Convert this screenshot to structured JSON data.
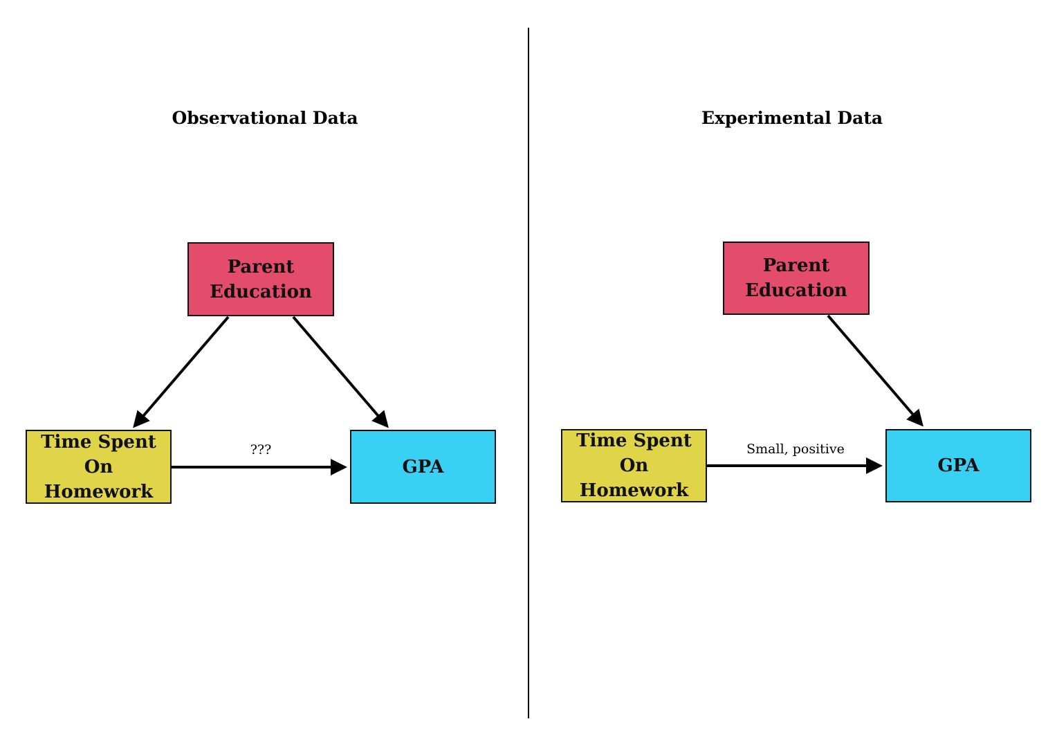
{
  "panels": {
    "observational": {
      "title": "Observational Data",
      "nodes": {
        "parent_education": "Parent\nEducation",
        "homework": "Time Spent\nOn Homework",
        "gpa": "GPA"
      },
      "edge_label": "???"
    },
    "experimental": {
      "title": "Experimental Data",
      "nodes": {
        "parent_education": "Parent\nEducation",
        "homework": "Time Spent\nOn Homework",
        "gpa": "GPA"
      },
      "edge_label": "Small, positive"
    }
  },
  "colors": {
    "parent_education": "#e34d6b",
    "homework": "#e0d448",
    "gpa": "#38d0f3"
  }
}
